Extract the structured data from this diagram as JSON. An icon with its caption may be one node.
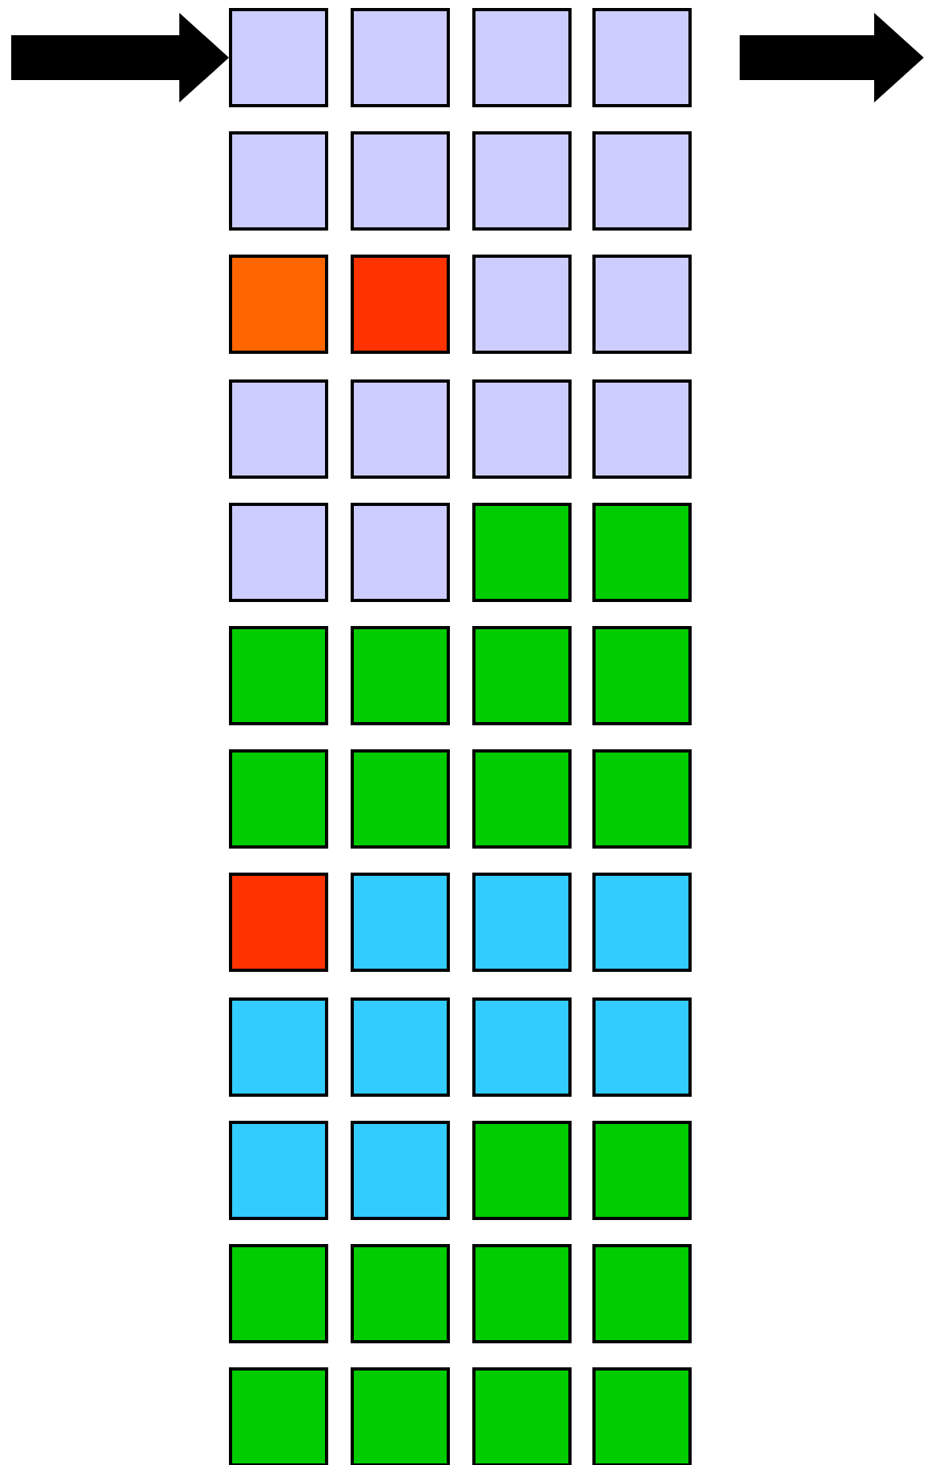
{
  "diagram": {
    "nodes": [
      {
        "text": [],
        "shape": "box"
      },
      {
        "text": [],
        "shape": "box"
      },
      {
        "text": [],
        "shape": "box"
      },
      {
        "text": [],
        "shape": "box"
      },
      {
        "text": [],
        "shape": "box"
      },
      {
        "text": [],
        "shape": "box"
      },
      {
        "text": [],
        "shape": "box"
      },
      {
        "text": [],
        "shape": "box"
      },
      {
        "text": [],
        "shape": "box"
      },
      {
        "text": [],
        "shape": "box"
      },
      {
        "text": [],
        "shape": "box"
      },
      {
        "text": [],
        "shape": "box"
      },
      {
        "text": [],
        "shape": "box"
      },
      {
        "text": [],
        "shape": "box"
      },
      {
        "text": [],
        "shape": "box"
      },
      {
        "text": [],
        "shape": "box"
      },
      {
        "text": [],
        "shape": "box"
      },
      {
        "text": [],
        "shape": "box"
      },
      {
        "text": [],
        "shape": "box"
      },
      {
        "text": [],
        "shape": "box"
      },
      {
        "text": [],
        "shape": "box"
      },
      {
        "text": [],
        "shape": "box"
      },
      {
        "text": [],
        "shape": "box"
      },
      {
        "text": [],
        "shape": "box"
      },
      {
        "text": [],
        "shape": "box"
      },
      {
        "text": [],
        "shape": "box"
      },
      {
        "text": [],
        "shape": "box"
      },
      {
        "text": [],
        "shape": "box"
      },
      {
        "text": [],
        "shape": "box"
      },
      {
        "text": [],
        "shape": "box"
      },
      {
        "text": [],
        "shape": "box"
      },
      {
        "text": [],
        "shape": "box"
      },
      {
        "text": [],
        "shape": "box"
      },
      {
        "text": [],
        "shape": "box"
      },
      {
        "text": [],
        "shape": "box"
      },
      {
        "text": [],
        "shape": "box"
      },
      {
        "text": [],
        "shape": "box"
      },
      {
        "text": [],
        "shape": "box"
      },
      {
        "text": [],
        "shape": "box"
      },
      {
        "text": [],
        "shape": "box"
      },
      {
        "text": [],
        "shape": "box"
      },
      {
        "text": [],
        "shape": "box"
      },
      {
        "text": [],
        "shape": "box"
      },
      {
        "text": [],
        "shape": "box"
      },
      {
        "text": [],
        "shape": "box"
      },
      {
        "text": [],
        "shape": "box"
      },
      {
        "text": [],
        "shape": "box"
      },
      {
        "text": [],
        "shape": "box"
      }
    ],
    "edges": [
      {
        "from": null,
        "to": 0,
        "arrow": "to"
      },
      {
        "from": 3,
        "to": null,
        "arrow": "to"
      }
    ]
  }
}
